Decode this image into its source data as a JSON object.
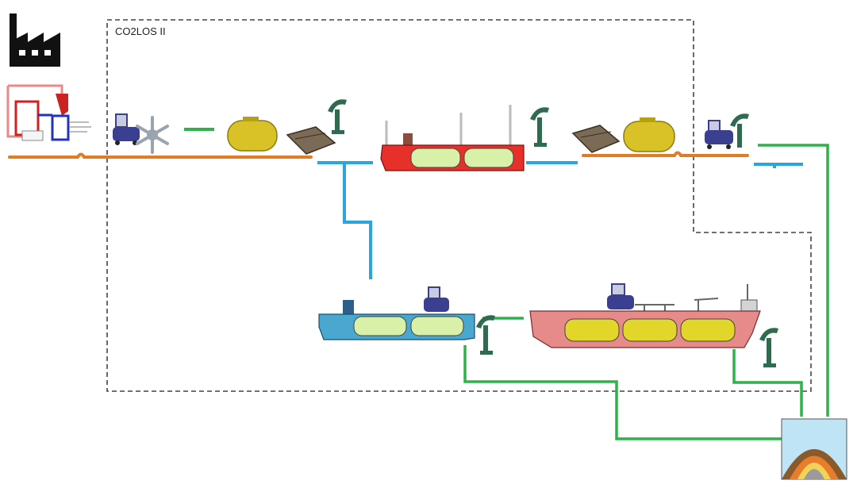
{
  "diagram": {
    "boundary_label": "CO2LOS II"
  },
  "colors": {
    "onshore_pipe": "#e07b26",
    "loading_line": "#2aa6dd",
    "injection_line": "#2db34a",
    "boundary": "#444444",
    "compressor": "#3a3f8f",
    "storage_tank": "#d9c228",
    "barge_hull": "#e8302a",
    "shuttle_hull": "#4aa7cf",
    "fpso_hull": "#e68a8a",
    "cargo_tank": "#d8f0a8",
    "well_head": "#2f6b4f",
    "reservoir": "#e87d2b"
  },
  "icons": [
    "factory-icon",
    "capture-plant-icon",
    "compressor-icon",
    "snowflake-icon",
    "storage-tank-icon",
    "loading-arm-icon",
    "well-head-icon",
    "reservoir-icon"
  ],
  "nodes": [
    "capture-plant",
    "liquefaction",
    "intermediate-storage",
    "loading-arm",
    "barge",
    "shuttle-tanker",
    "fpso",
    "offshore-reservoir"
  ]
}
